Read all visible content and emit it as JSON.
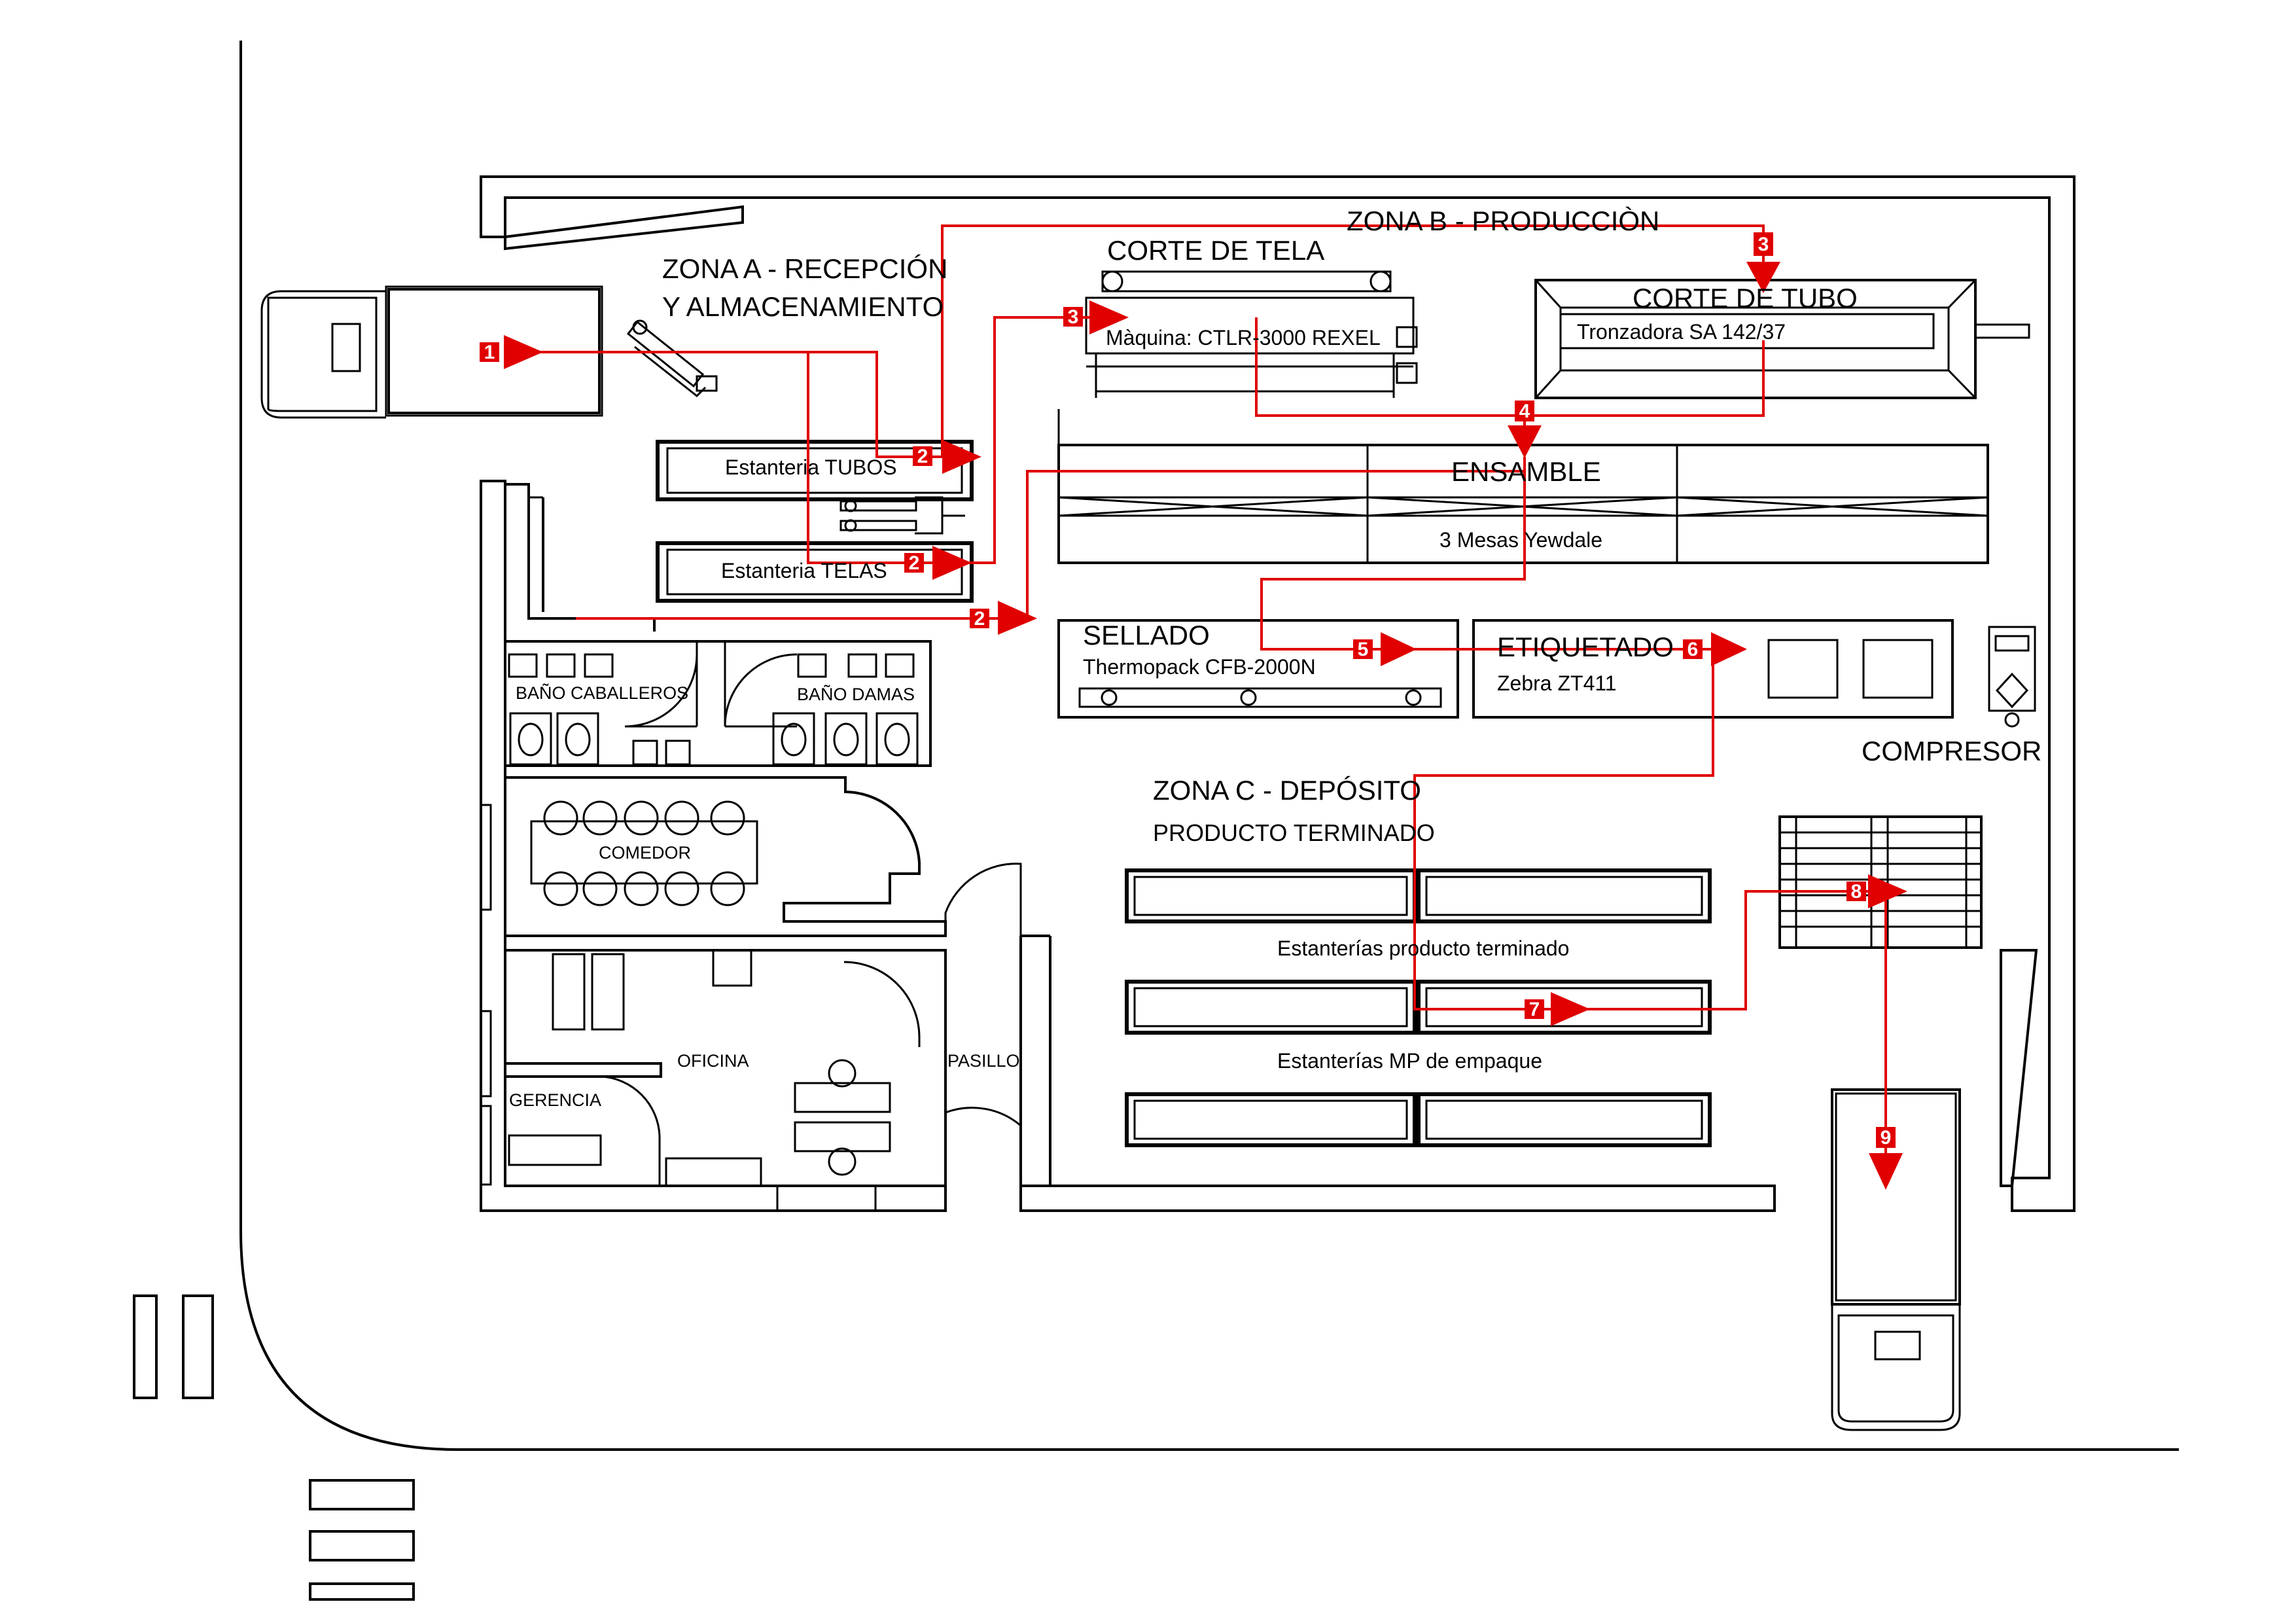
{
  "colors": {
    "flow": "#e00000",
    "lines": "#000000",
    "background": "#ffffff"
  },
  "zones": {
    "zona_a_line1": "ZONA A - RECEPCIÓN",
    "zona_a_line2": "Y ALMACENAMIENTO",
    "zona_b": "ZONA B - PRODUCCIÒN",
    "zona_c_line1": "ZONA C - DEPÓSITO",
    "zona_c_line2": "PRODUCTO TERMINADO"
  },
  "stations": {
    "corte_tela": "CORTE DE TELA",
    "corte_tela_machine": "Màquina: CTLR-3000 REXEL",
    "corte_tubo": "CORTE DE TUBO",
    "corte_tubo_machine": "Tronzadora SA 142/37",
    "ensamble": "ENSAMBLE",
    "ensamble_tables": "3 Mesas Yewdale",
    "sellado": "SELLADO",
    "sellado_machine": "Thermopack CFB-2000N",
    "etiquetado": "ETIQUETADO",
    "etiquetado_machine": "Zebra ZT411",
    "compresor": "COMPRESOR"
  },
  "storage": {
    "tubos": "Estanteria TUBOS",
    "telas": "Estanteria TELAS",
    "producto_terminado": "Estanterías producto terminado",
    "mp_empaque": "Estanterías MP de empaque"
  },
  "rooms": {
    "bano_caballeros": "BAÑO CABALLEROS",
    "bano_damas": "BAÑO DAMAS",
    "comedor": "COMEDOR",
    "oficina": "OFICINA",
    "gerencia": "GERENCIA",
    "pasillo": "PASILLO"
  },
  "flow_steps": [
    "1",
    "2",
    "2",
    "2",
    "3",
    "3",
    "4",
    "5",
    "6",
    "7",
    "8",
    "9"
  ]
}
